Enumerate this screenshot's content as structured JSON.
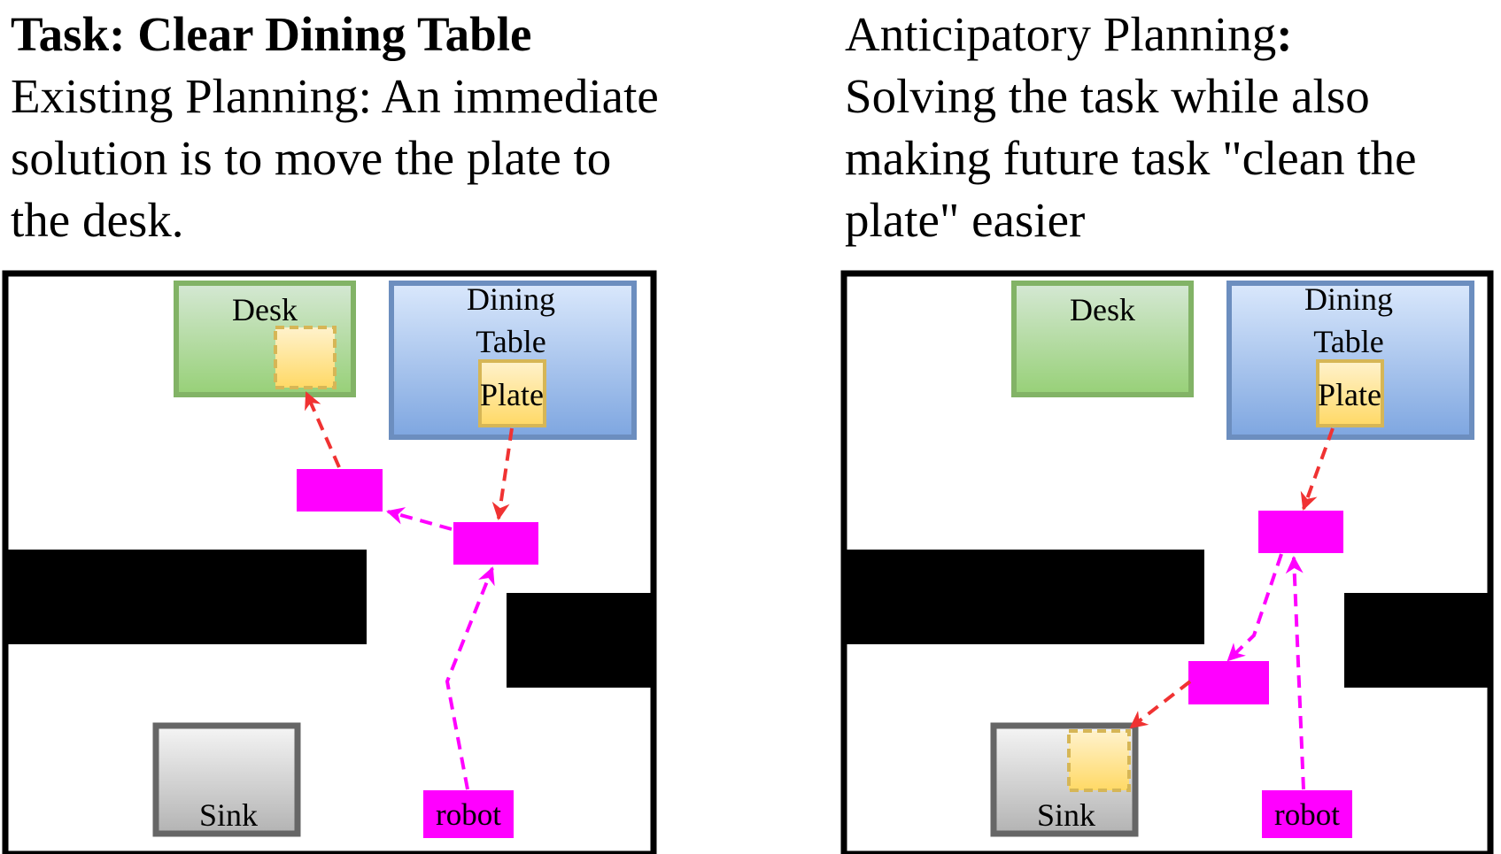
{
  "left_panel": {
    "task_title": "Task: Clear Dining Table",
    "caption_lines": [
      "Existing Planning: An immediate",
      "solution is to move the plate to",
      "the desk."
    ],
    "labels": {
      "desk": "Desk",
      "dining_table_line1": "Dining",
      "dining_table_line2": "Table",
      "plate": "Plate",
      "sink": "Sink",
      "robot": "robot"
    }
  },
  "right_panel": {
    "heading": "Anticipatory Planning",
    "heading_suffix": ":",
    "caption_lines": [
      "Solving the task while also",
      "making future task \"clean the",
      "plate\" easier"
    ],
    "labels": {
      "desk": "Desk",
      "dining_table_line1": "Dining",
      "dining_table_line2": "Table",
      "plate": "Plate",
      "sink": "Sink",
      "robot": "robot"
    }
  },
  "colors": {
    "desk_fill_top": "#d5e8d4",
    "desk_fill_bottom": "#97d077",
    "desk_border": "#82b366",
    "table_fill_top": "#dae8fc",
    "table_fill_bottom": "#7ea6e0",
    "table_border": "#6c8ebf",
    "plate_fill_top": "#fff2cc",
    "plate_fill_bottom": "#ffd966",
    "plate_border": "#d6b656",
    "sink_fill_top": "#f5f5f5",
    "sink_fill_bottom": "#b3b3b3",
    "sink_border": "#666666",
    "waypoint": "#ff00ff",
    "arrow_red": "#f03232",
    "arrow_magenta": "#ff00ff",
    "wall": "#000000"
  }
}
